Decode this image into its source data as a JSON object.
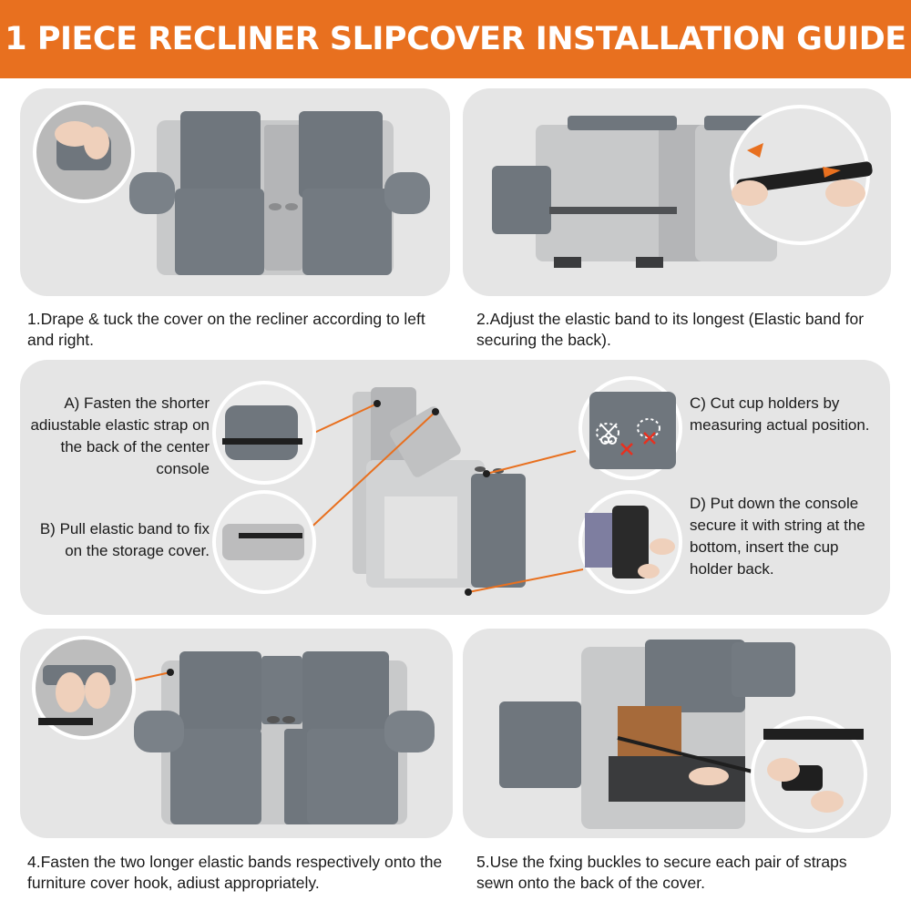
{
  "header": {
    "title": "1 PIECE RECLINER SLIPCOVER INSTALLATION GUIDE"
  },
  "steps": [
    {
      "text": "1.Drape & tuck the cover on the recliner according to left and right."
    },
    {
      "text": "2.Adjust the elastic band to its longest (Elastic band for securing the back)."
    },
    {
      "text": "4.Fasten the two longer elastic bands respectively onto the furniture cover hook, adiust appropriately."
    },
    {
      "text": "5.Use the fxing buckles to secure each pair of straps sewn onto the back of the cover."
    }
  ],
  "console_step": {
    "a": "A) Fasten the shorter adiustable elastic strap on the back of the center console",
    "b": "B) Pull elastic band to fix on the storage cover.",
    "c": "C) Cut cup holders by measuring actual position.",
    "d": "D) Put down the console secure it with string at the bottom, insert the cup holder back."
  },
  "colors": {
    "header": "#e8701f",
    "panel": "#e5e5e5",
    "cover": "#6f767d",
    "frame": "#c8c9ca",
    "accent": "#e8701f"
  },
  "icons": [
    "arrow-right-icon",
    "scissors-icon",
    "cross-icon"
  ]
}
